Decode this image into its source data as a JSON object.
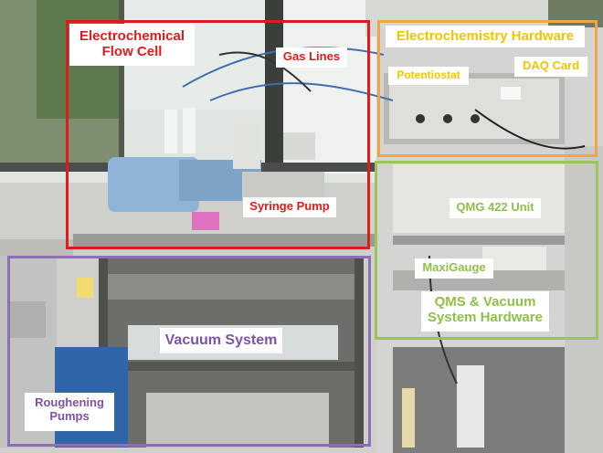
{
  "colors": {
    "red": "#e01b1b",
    "orange": "#f0a448",
    "green": "#9bc45a",
    "purple": "#8e6eb5",
    "yellow_text": "#f4c400",
    "green_text": "#8fc14a",
    "purple_text": "#7d52a8"
  },
  "regions": {
    "flow_cell": {
      "line1": "Electrochemical",
      "line2": "Flow Cell"
    },
    "echem_hardware": {
      "title": "Electrochemistry Hardware"
    },
    "qms_hardware": {
      "line1": "QMS & Vacuum",
      "line2": "System Hardware"
    },
    "vacuum_system": {
      "title": "Vacuum System"
    },
    "roughening": {
      "line1": "Roughening",
      "line2": "Pumps"
    }
  },
  "labels": {
    "gas_lines": "Gas Lines",
    "syringe_pump": "Syringe Pump",
    "potentiostat": "Potentiostat",
    "daq_card": "DAQ Card",
    "qmg_unit": "QMG 422 Unit",
    "maxigauge": "MaxiGauge"
  }
}
